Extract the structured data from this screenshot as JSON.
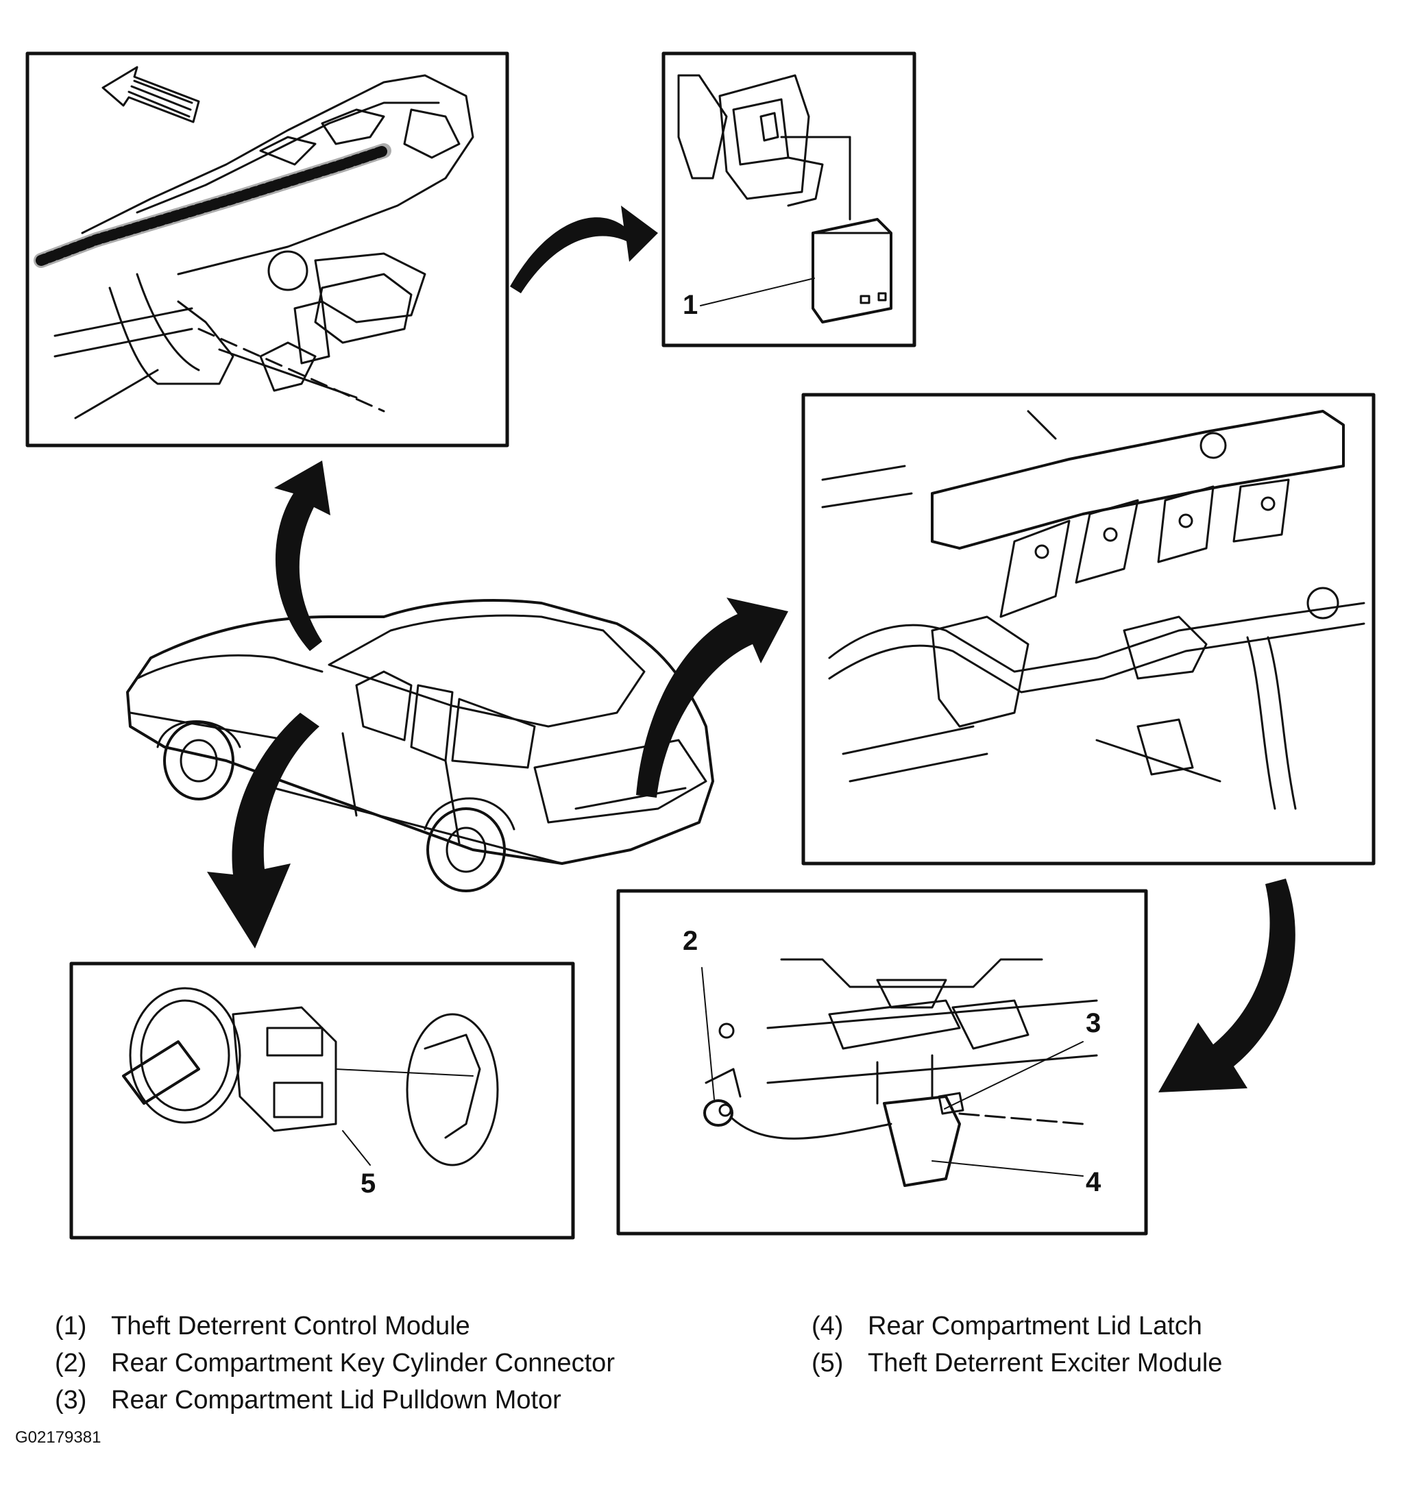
{
  "callouts": {
    "c1": "1",
    "c2": "2",
    "c3": "3",
    "c4": "4",
    "c5": "5"
  },
  "legend": {
    "left": [
      {
        "num": "(1)",
        "text": "Theft Deterrent Control Module"
      },
      {
        "num": "(2)",
        "text": "Rear Compartment Key Cylinder Connector"
      },
      {
        "num": "(3)",
        "text": "Rear Compartment Lid Pulldown Motor"
      }
    ],
    "right": [
      {
        "num": "(4)",
        "text": "Rear Compartment Lid Latch"
      },
      {
        "num": "(5)",
        "text": "Theft Deterrent Exciter Module"
      }
    ]
  },
  "figure_id": "G02179381"
}
